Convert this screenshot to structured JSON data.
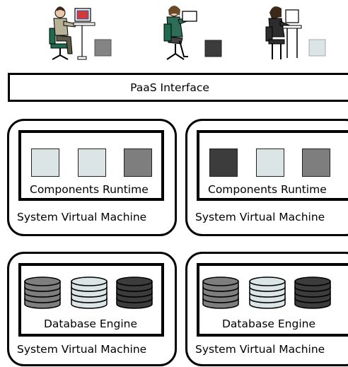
{
  "paas": {
    "label": "PaaS Interface"
  },
  "users": [
    {
      "icon": "user-at-computer-icon",
      "status_color": "#848484"
    },
    {
      "icon": "user-with-laptop-icon",
      "status_color": "#3c3c3c"
    },
    {
      "icon": "user-at-desk-icon",
      "status_color": "#dbe5e5"
    }
  ],
  "vm_label": "System Virtual Machine",
  "component_vms": [
    {
      "runtime_label": "Components Runtime",
      "components": [
        "#dbe5e5",
        "#dbe5e5",
        "#7e7e7e"
      ]
    },
    {
      "runtime_label": "Components Runtime",
      "components": [
        "#3c3c3c",
        "#dbe5e5",
        "#7e7e7e"
      ]
    }
  ],
  "database_vms": [
    {
      "engine_label": "Database Engine",
      "databases": [
        "#7e7e7e",
        "#dbe5e5",
        "#3c3c3c"
      ]
    },
    {
      "engine_label": "Database Engine",
      "databases": [
        "#7e7e7e",
        "#dbe5e5",
        "#3c3c3c"
      ]
    }
  ]
}
